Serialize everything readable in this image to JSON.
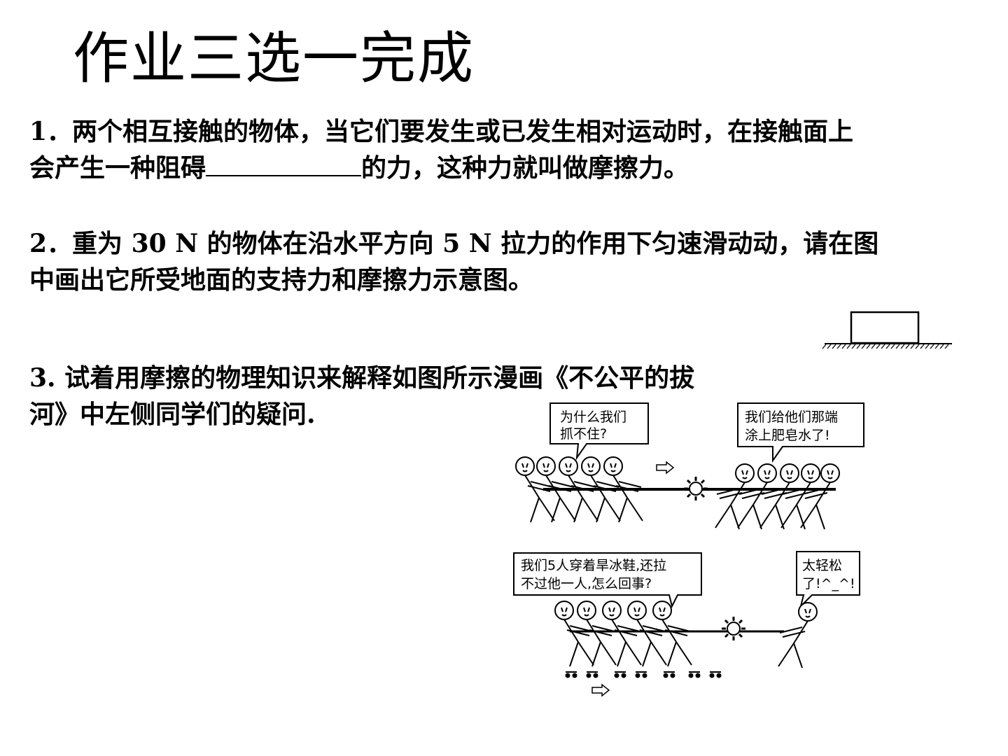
{
  "title": "作业三选一完成",
  "q1": {
    "line1": "1．两个相互接触的物体，当它们要发生或已发生相对运动时，在接触面上",
    "line2_before": "会产生一种阻碍",
    "line2_after": "的力，这种力就叫做摩擦力。"
  },
  "q2": {
    "line1": "2．重为 30 N 的物体在沿水平方向 5 N 拉力的作用下匀速滑动动，请在图",
    "line2": "中画出它所受地面的支持力和摩擦力示意图。"
  },
  "q3": {
    "line1": "3. 试着用摩擦的物理知识来解释如图所示漫画《不公平的拔",
    "line2": "河》中左侧同学们的疑问."
  },
  "cartoon": {
    "top_left_bubble": [
      "为什么我们",
      "抓不住?"
    ],
    "top_right_bubble": [
      "我们给他们那端",
      "涂上肥皂水了!"
    ],
    "bottom_left_bubble": [
      "我们5人穿着旱冰鞋,还拉",
      "不过他一人,怎么回事?"
    ],
    "bottom_right_bubble": [
      "太轻松",
      "了!^_^!"
    ]
  }
}
